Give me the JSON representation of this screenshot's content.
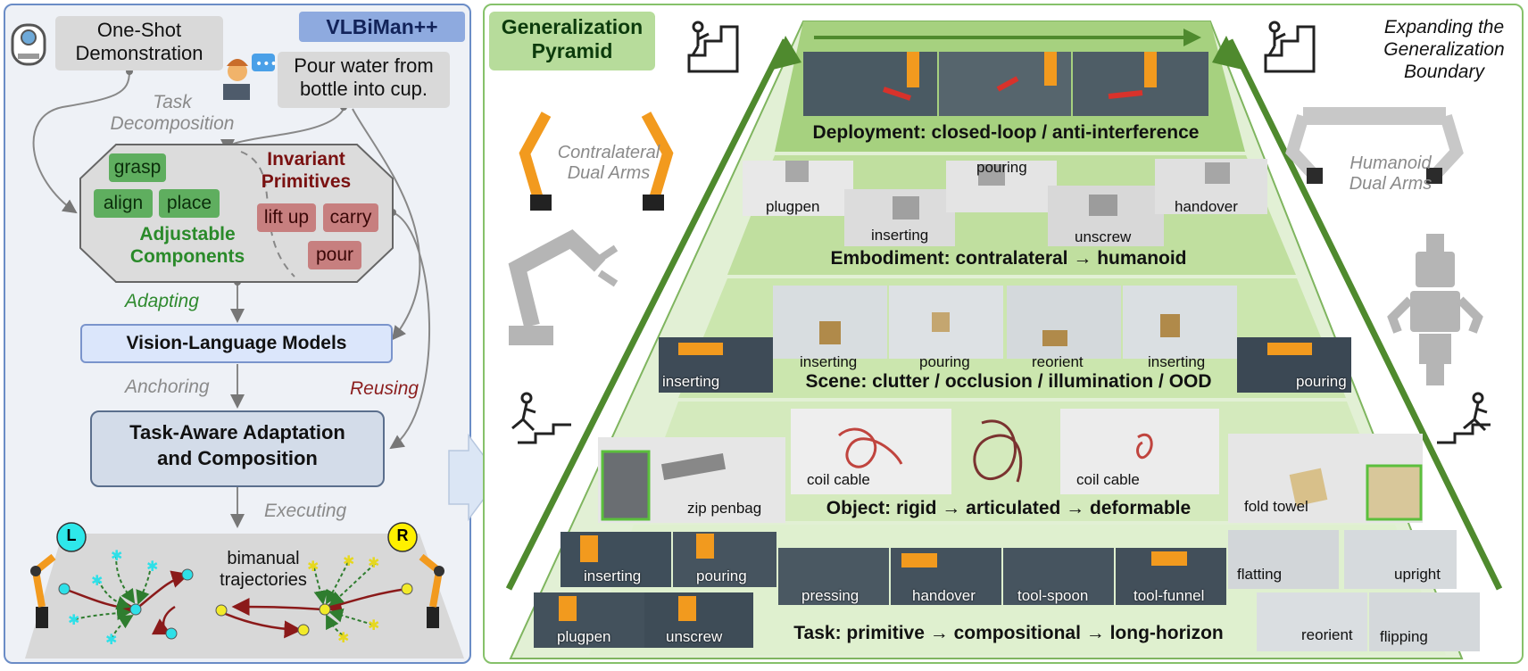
{
  "left": {
    "title": "VLBiMan++",
    "demo_lines": [
      "One-Shot",
      "Demonstration"
    ],
    "instruction_lines": [
      "Pour water from",
      "bottle into cup."
    ],
    "task_decomposition_lines": [
      "Task",
      "Decomposition"
    ],
    "invariant_title_lines": [
      "Invariant",
      "Primitives"
    ],
    "adjustable_title_lines": [
      "Adjustable",
      "Components"
    ],
    "adjustable_chips": [
      "grasp",
      "align",
      "place"
    ],
    "invariant_chips": [
      "lift up",
      "carry",
      "pour"
    ],
    "adapting": "Adapting",
    "vlm": "Vision-Language Models",
    "anchoring": "Anchoring",
    "reusing": "Reusing",
    "tac_lines": [
      "Task-Aware Adaptation",
      "and Composition"
    ],
    "executing": "Executing",
    "hand_left": "L",
    "hand_right": "R",
    "trajectory_lines": [
      "bimanual",
      "trajectories"
    ],
    "colors": {
      "panel_border": "#6a8cc6",
      "green_chip": "#5fae5f",
      "red_chip": "#c77f7f",
      "trajectory": "#8b1a1a",
      "cyan": "#2ee0e8",
      "yellow": "#f2ea2a"
    }
  },
  "right": {
    "pyramid_title_lines": [
      "Generalization",
      "Pyramid"
    ],
    "expand_lines": [
      "Expanding the",
      "Generalization",
      "Boundary"
    ],
    "contralateral_lines": [
      "Contralateral",
      "Dual Arms"
    ],
    "humanoid_lines": [
      "Humanoid",
      "Dual Arms"
    ],
    "tiers": {
      "deployment": {
        "bold": "Deployment",
        "rest": ": closed-loop / anti-interference"
      },
      "embodiment": {
        "bold": "Embodiment",
        "rest": ": contralateral → humanoid",
        "photos": [
          "plugpen",
          "inserting",
          "pouring",
          "unscrew",
          "handover"
        ]
      },
      "scene": {
        "bold": "Scene",
        "rest": ": clutter / occlusion / illumination / OOD",
        "photos": [
          "inserting",
          "inserting",
          "pouring",
          "reorient",
          "inserting",
          "pouring"
        ]
      },
      "object": {
        "bold": "Object",
        "rest": ": rigid → articulated → deformable",
        "photos": [
          "zip penbag",
          "coil cable",
          "coil cable",
          "fold towel"
        ]
      },
      "task": {
        "bold": "Task",
        "rest": ": primitive → compositional → long-horizon",
        "photos": [
          "inserting",
          "pouring",
          "plugpen",
          "unscrew",
          "pressing",
          "handover",
          "tool-spoon",
          "tool-funnel",
          "flatting",
          "upright",
          "reorient",
          "flipping"
        ]
      }
    },
    "colors": {
      "panel_border": "#86c16a",
      "pyramid_fill": "#d6ecc4",
      "pyramid_edge": "#4f8a2e"
    }
  }
}
